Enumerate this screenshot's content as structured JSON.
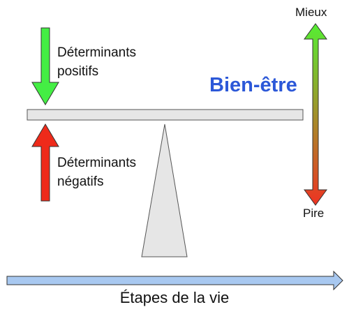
{
  "diagram": {
    "positive_determinants": {
      "line1": "Déterminants",
      "line2": "positifs",
      "color": "#44ee44"
    },
    "negative_determinants": {
      "line1": "Déterminants",
      "line2": "négatifs",
      "color": "#ee2a1a"
    },
    "wellbeing_label": "Bien-être",
    "wellbeing_color": "#2c58d8",
    "scale": {
      "top_label": "Mieux",
      "bottom_label": "Pire",
      "top_color": "#55ee33",
      "bottom_color": "#ee3322"
    },
    "timeline_label": "Étapes de la vie",
    "timeline_color": "#a8c8f0"
  }
}
